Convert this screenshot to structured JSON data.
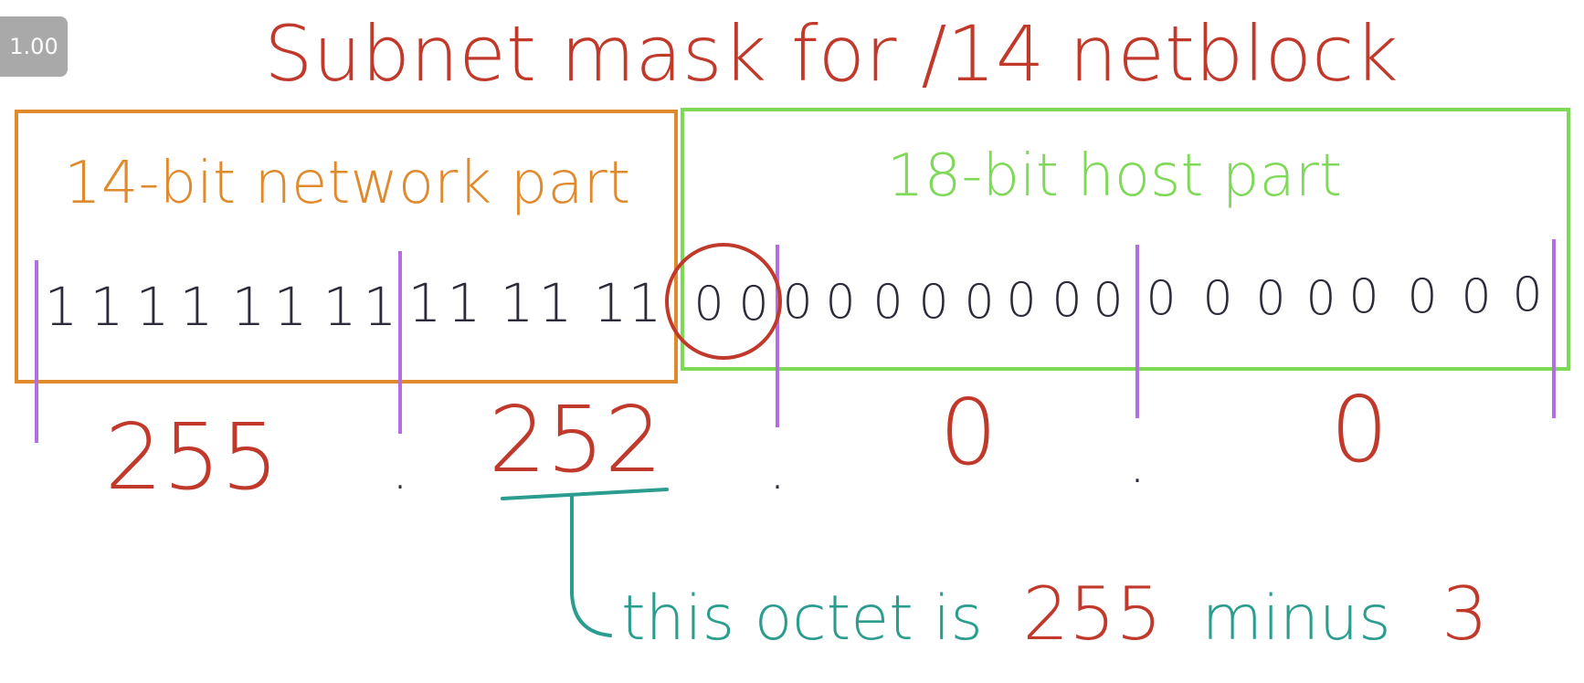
{
  "zoom": "1.00",
  "title": "Subnet mask for /14 netblock",
  "network": {
    "label": "14-bit network part",
    "color": "#e08a2e",
    "bits": [
      "1",
      "1",
      "1",
      "1",
      "1",
      "1",
      "1",
      "1",
      "1",
      "1",
      "1",
      "1",
      "1",
      "1"
    ]
  },
  "host": {
    "label": "18-bit host part",
    "color": "#7ed957",
    "bits": [
      "0",
      "0",
      "0",
      "0",
      "0",
      "0",
      "0",
      "0",
      "0",
      "0",
      "0",
      "0",
      "0",
      "0",
      "0",
      "0",
      "0",
      "0"
    ]
  },
  "octets": [
    "255",
    "252",
    "0",
    "0"
  ],
  "dot": ".",
  "annotation": {
    "parts": [
      "this octet is",
      "255",
      "minus",
      "3"
    ]
  },
  "colors": {
    "title": "#c0392b",
    "octet": "#c0392b",
    "bits": "#2b2b3a",
    "divider": "#b36fe0",
    "annotation": "#2a9d8f",
    "circle": "#c0392b"
  }
}
